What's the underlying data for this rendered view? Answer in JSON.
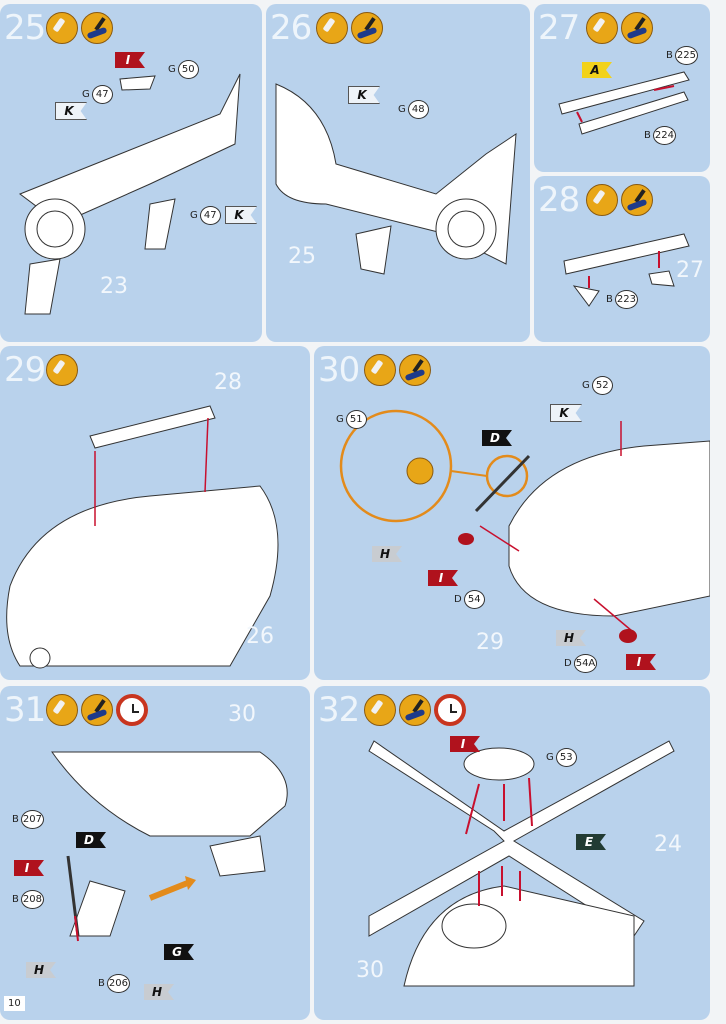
{
  "page_number": "10",
  "steps": [
    {
      "id": "25",
      "icons": [
        "glue",
        "paint"
      ],
      "parts": [
        {
          "sprue": "G",
          "num": "50"
        },
        {
          "sprue": "G",
          "num": "47"
        },
        {
          "sprue": "G",
          "num": "47"
        }
      ],
      "flags": [
        "I",
        "K",
        "K"
      ],
      "refs": [
        "23"
      ]
    },
    {
      "id": "26",
      "icons": [
        "glue",
        "paint"
      ],
      "parts": [
        {
          "sprue": "G",
          "num": "48"
        }
      ],
      "flags": [
        "K"
      ],
      "refs": [
        "25"
      ]
    },
    {
      "id": "27",
      "icons": [
        "glue",
        "paint"
      ],
      "parts": [
        {
          "sprue": "B",
          "num": "225"
        },
        {
          "sprue": "B",
          "num": "224"
        }
      ],
      "flags": [
        "A"
      ],
      "refs": []
    },
    {
      "id": "28",
      "icons": [
        "glue",
        "paint"
      ],
      "parts": [
        {
          "sprue": "B",
          "num": "223"
        }
      ],
      "flags": [],
      "refs": [
        "27"
      ]
    },
    {
      "id": "29",
      "icons": [
        "glue"
      ],
      "parts": [],
      "flags": [],
      "refs": [
        "28",
        "26"
      ]
    },
    {
      "id": "30",
      "icons": [
        "glue",
        "paint"
      ],
      "parts": [
        {
          "sprue": "G",
          "num": "51"
        },
        {
          "sprue": "G",
          "num": "52"
        },
        {
          "sprue": "D",
          "num": "54"
        },
        {
          "sprue": "D",
          "num": "54A"
        }
      ],
      "flags": [
        "K",
        "D",
        "H",
        "I",
        "H",
        "I"
      ],
      "refs": [
        "29"
      ]
    },
    {
      "id": "31",
      "icons": [
        "glue",
        "paint",
        "clock"
      ],
      "parts": [
        {
          "sprue": "B",
          "num": "207"
        },
        {
          "sprue": "B",
          "num": "208"
        },
        {
          "sprue": "B",
          "num": "206"
        }
      ],
      "flags": [
        "D",
        "I",
        "G",
        "H",
        "H"
      ],
      "refs": [
        "30"
      ]
    },
    {
      "id": "32",
      "icons": [
        "glue",
        "paint",
        "clock"
      ],
      "parts": [
        {
          "sprue": "G",
          "num": "53"
        }
      ],
      "flags": [
        "I",
        "E"
      ],
      "refs": [
        "24",
        "30"
      ]
    }
  ],
  "colors": {
    "panel": "#b9d2ec",
    "arrow": "#c8102e",
    "highlight": "#e38b1b"
  }
}
